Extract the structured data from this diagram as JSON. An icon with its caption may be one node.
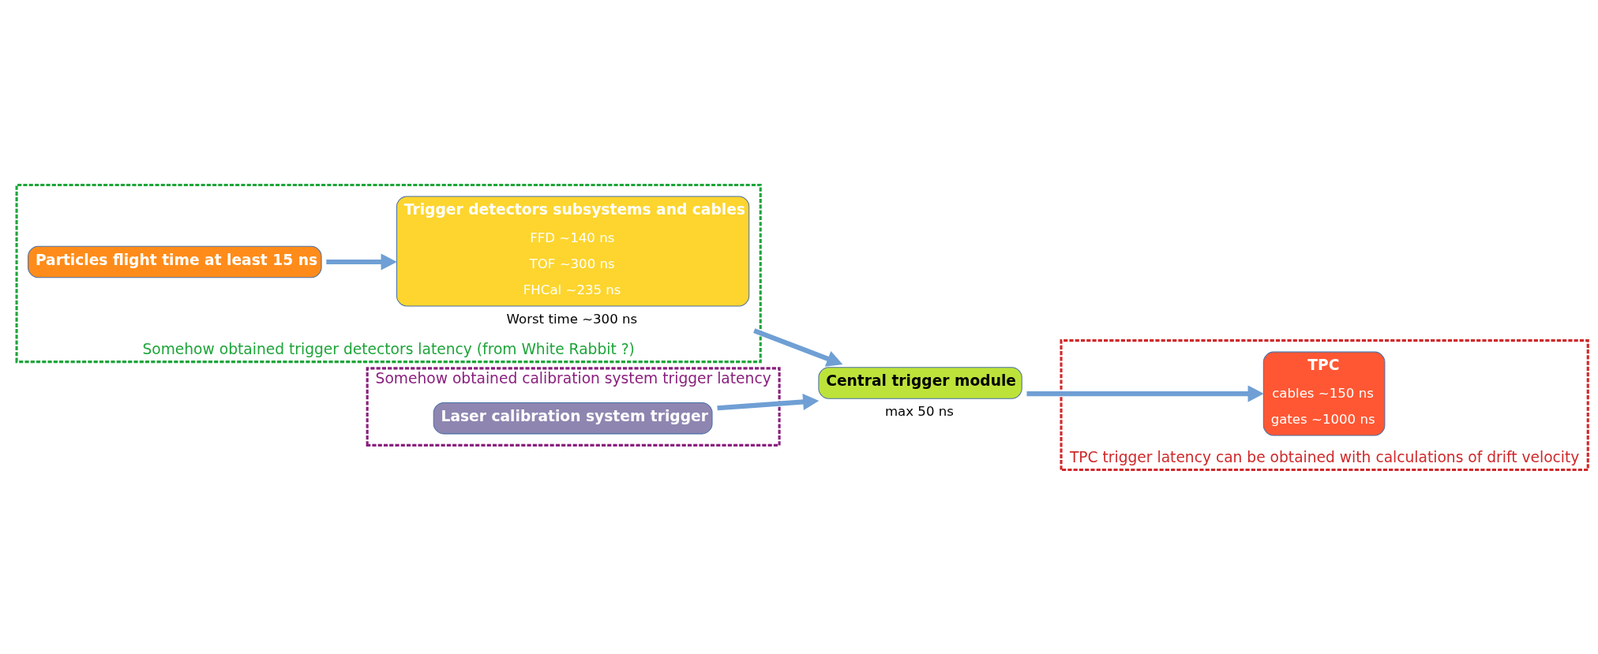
{
  "diagram": {
    "nodes": [
      {
        "text": [
          "Somehow obtained trigger detectors latency (from White Rabbit ?)"
        ]
      },
      {
        "text": [
          "Particles flight time at least 15 ns"
        ],
        "in": 0
      },
      {
        "text": [
          "Trigger detectors subsystems and cables",
          "FFD ~140 ns",
          "TOF ~300 ns",
          "FHCal ~235 ns"
        ],
        "beside": [
          "Worst time ~300 ns"
        ],
        "in": 0
      },
      {
        "text": [
          "Somehow obtained calibration system trigger latency"
        ]
      },
      {
        "text": [
          "Laser calibration system trigger"
        ],
        "in": 3
      },
      {
        "text": [
          "Central trigger module"
        ],
        "beside": [
          "max 50 ns"
        ]
      },
      {
        "text": [
          "TPC trigger latency can be obtained with calculations of drift velocity"
        ]
      },
      {
        "text": [
          "TPC",
          "cables ~150 ns",
          "gates ~1000 ns"
        ],
        "in": 6
      }
    ],
    "edges": [
      {
        "from": 1,
        "to": 2,
        "arrow": "to"
      },
      {
        "from": 2,
        "to": 5,
        "arrow": "to"
      },
      {
        "from": 4,
        "to": 5,
        "arrow": "to"
      },
      {
        "from": 5,
        "to": 7,
        "arrow": "to"
      }
    ]
  }
}
